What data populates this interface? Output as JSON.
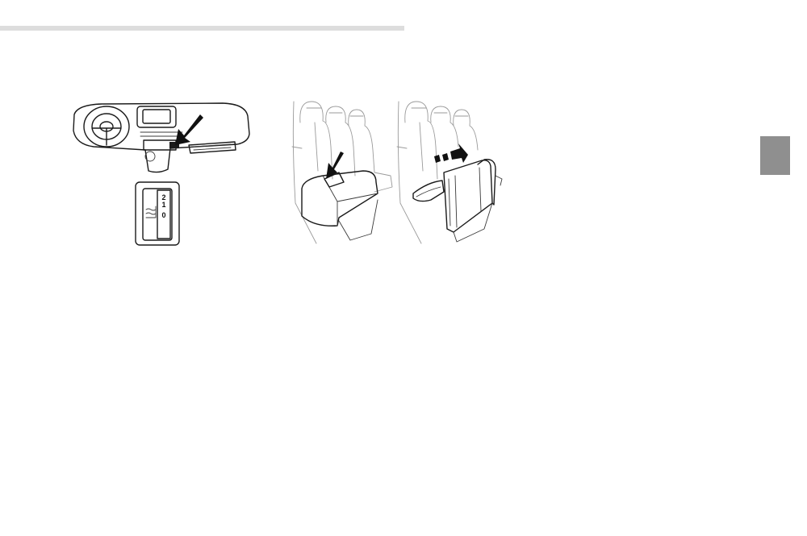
{
  "switch_panel": {
    "position_high": "2",
    "position_low": "1",
    "position_off": "0"
  },
  "icons": {
    "dashboard": "dashboard-with-switch-location",
    "switch": "seat-heating-switch",
    "seat_folding": "bench-seat-folding",
    "seat_stowed": "bench-seat-tilted-forward"
  },
  "colors": {
    "header_rule": "#dddddd",
    "chapter_tab": "#8f8f8f",
    "panel_fill": "#d9d9d9",
    "ink": "#1a1a1a"
  }
}
